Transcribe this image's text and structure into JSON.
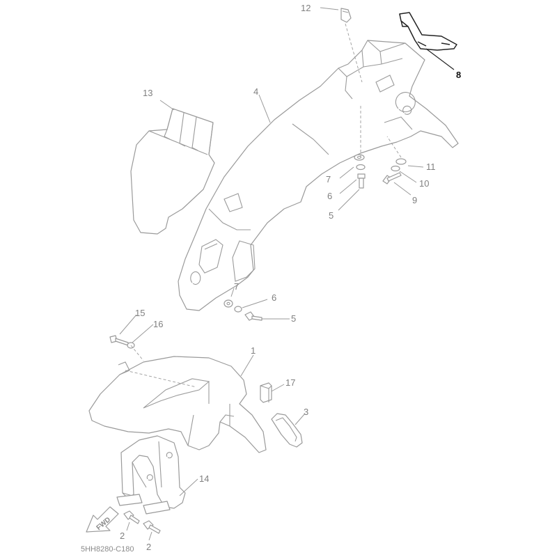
{
  "diagram": {
    "reference_code": "5HH8280-C180",
    "fwd_label": "FWD",
    "highlighted_callout": "8",
    "callouts": [
      {
        "id": "c12",
        "label": "12"
      },
      {
        "id": "c8",
        "label": "8"
      },
      {
        "id": "c13",
        "label": "13"
      },
      {
        "id": "c4",
        "label": "4"
      },
      {
        "id": "c11",
        "label": "11"
      },
      {
        "id": "c10",
        "label": "10"
      },
      {
        "id": "c9",
        "label": "9"
      },
      {
        "id": "c7a",
        "label": "7"
      },
      {
        "id": "c6a",
        "label": "6"
      },
      {
        "id": "c5a",
        "label": "5"
      },
      {
        "id": "c7b",
        "label": "7"
      },
      {
        "id": "c6b",
        "label": "6"
      },
      {
        "id": "c5b",
        "label": "5"
      },
      {
        "id": "c15",
        "label": "15"
      },
      {
        "id": "c16",
        "label": "16"
      },
      {
        "id": "c1",
        "label": "1"
      },
      {
        "id": "c17",
        "label": "17"
      },
      {
        "id": "c3",
        "label": "3"
      },
      {
        "id": "c14",
        "label": "14"
      },
      {
        "id": "c2a",
        "label": "2"
      },
      {
        "id": "c2b",
        "label": "2"
      }
    ]
  }
}
